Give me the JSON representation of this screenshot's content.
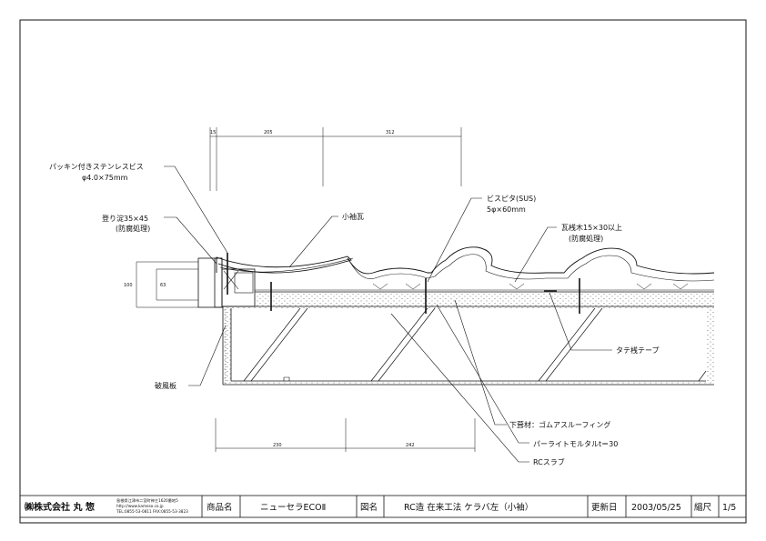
{
  "labels": {
    "screw": "パッキン付きステンレスビス",
    "screw_size": "φ4.0×75mm",
    "batten": "登り淀35×45",
    "batten_note": "(防腐処理)",
    "sode_tile": "小袖瓦",
    "bispita": "ビスピタ(SUS)",
    "bispita_size": "5φ×60mm",
    "kawara_sangi": "瓦桟木15×30以上",
    "kawara_sangi_note": "(防腐処理)",
    "tate_tape": "タテ桟テープ",
    "hafu": "破風板",
    "underlay": "下葺材：ゴムアスルーフィング",
    "mortar": "パーライトモルタルt＝30",
    "slab": "RCスラブ"
  },
  "dims": {
    "top_1": "15",
    "top_2": "205",
    "top_3": "312",
    "bottom_1": "230",
    "bottom_2": "242",
    "side_1": "100",
    "side_2": "63"
  },
  "title_block": {
    "company": "㈱株式会社 丸 惣",
    "address": "島根県江津市二宮町神主1620番地5",
    "url": "http://www.kameso.co.jp",
    "tel": "TEL:0855-53-0811 FAX:0855-53-3823",
    "product_label": "商品名",
    "product": "ニューセラECOⅡ",
    "drawing_label": "図名",
    "drawing": "RC造 在来工法 ケラバ左（小袖）",
    "date_label": "更新日",
    "date": "2003/05/25",
    "scale_label": "縮尺",
    "scale": "1/5"
  }
}
